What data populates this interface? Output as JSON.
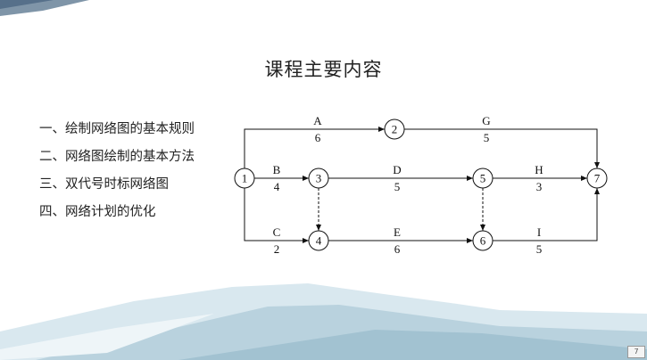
{
  "title": "课程主要内容",
  "toc": [
    "一、绘制网络图的基本规则",
    "二、网络图绘制的基本方法",
    "三、双代号时标网络图",
    "四、网络计划的优化"
  ],
  "network": {
    "nodes": [
      {
        "id": "1",
        "label": "1"
      },
      {
        "id": "2",
        "label": "2"
      },
      {
        "id": "3",
        "label": "3"
      },
      {
        "id": "4",
        "label": "4"
      },
      {
        "id": "5",
        "label": "5"
      },
      {
        "id": "6",
        "label": "6"
      },
      {
        "id": "7",
        "label": "7"
      }
    ],
    "activities": [
      {
        "name": "A",
        "duration": "6",
        "from": "1",
        "to": "2"
      },
      {
        "name": "G",
        "duration": "5",
        "from": "2",
        "to": "7"
      },
      {
        "name": "B",
        "duration": "4",
        "from": "1",
        "to": "3"
      },
      {
        "name": "D",
        "duration": "5",
        "from": "3",
        "to": "5"
      },
      {
        "name": "H",
        "duration": "3",
        "from": "5",
        "to": "7"
      },
      {
        "name": "C",
        "duration": "2",
        "from": "1",
        "to": "4"
      },
      {
        "name": "E",
        "duration": "6",
        "from": "4",
        "to": "6"
      },
      {
        "name": "I",
        "duration": "5",
        "from": "6",
        "to": "7"
      }
    ],
    "dummies": [
      {
        "from": "3",
        "to": "4"
      },
      {
        "from": "5",
        "to": "6"
      }
    ]
  },
  "page_mark": "7"
}
